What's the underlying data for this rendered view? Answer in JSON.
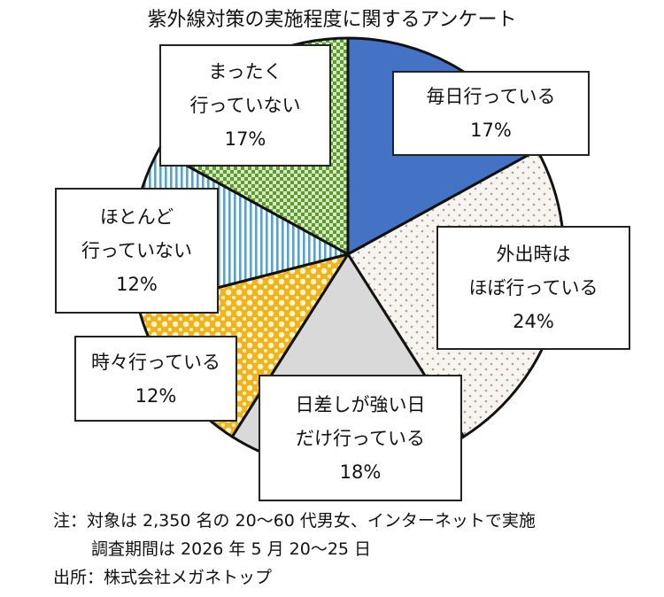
{
  "chart_data": {
    "type": "pie",
    "title": "紫外線対策の実施程度に関するアンケート",
    "slices": [
      {
        "lines": [
          "毎日行っている"
        ],
        "pct": "17%",
        "value": 17,
        "color": "#4472c4",
        "pattern": "solid"
      },
      {
        "lines": [
          "外出時は",
          "ほぼ行っている"
        ],
        "pct": "24%",
        "value": 24,
        "color": "#bfbfbf",
        "pattern": "dots"
      },
      {
        "lines": [
          "日差しが強い日",
          "だけ行っている"
        ],
        "pct": "18%",
        "value": 18,
        "color": "#d9d9d9",
        "pattern": "solid"
      },
      {
        "lines": [
          "時々行っている"
        ],
        "pct": "12%",
        "value": 12,
        "color": "#f0b31a",
        "pattern": "diamonds"
      },
      {
        "lines": [
          "ほとんど",
          "行っていない"
        ],
        "pct": "12%",
        "value": 12,
        "color": "#5aa0c8",
        "pattern": "vstripes"
      },
      {
        "lines": [
          "まったく",
          "行っていない"
        ],
        "pct": "17%",
        "value": 17,
        "color": "#6aa23a",
        "pattern": "checker"
      }
    ]
  },
  "notes": {
    "note_line1": "注：対象は 2,350 名の 20～60 代男女、インターネットで実施",
    "note_line2": "調査期間は 2026 年 5 月 20～25 日",
    "source": "出所：株式会社メガネトップ"
  }
}
